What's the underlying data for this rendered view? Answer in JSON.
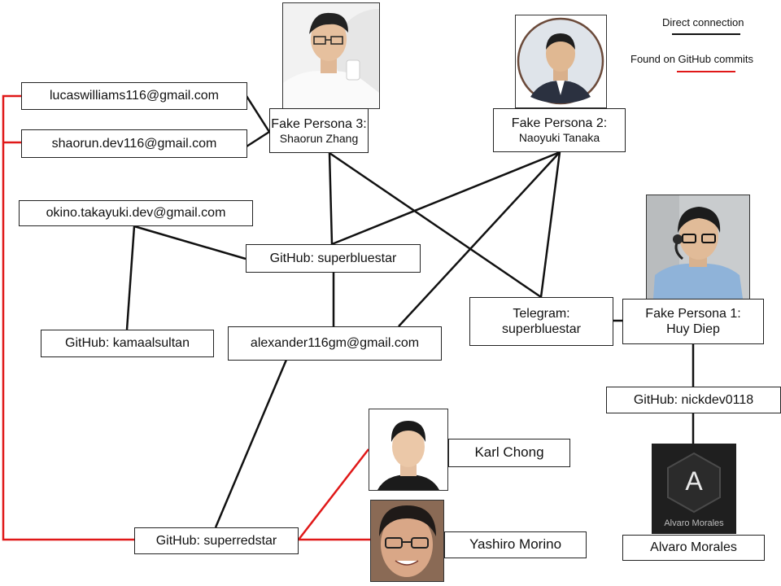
{
  "colors": {
    "direct": "#111111",
    "github": "#e01818"
  },
  "legend": {
    "direct_label": "Direct connection",
    "github_label": "Found on GitHub commits"
  },
  "nodes": {
    "email_lucas": "lucaswilliams116@gmail.com",
    "email_shaorun": "shaorun.dev116@gmail.com",
    "email_okino": "okino.takayuki.dev@gmail.com",
    "persona3": {
      "line1": "Fake Persona 3:",
      "line2": "Shaorun Zhang"
    },
    "persona2": {
      "line1": "Fake Persona 2:",
      "line2": "Naoyuki Tanaka"
    },
    "persona1": {
      "line1": "Fake Persona 1:",
      "line2": "Huy Diep"
    },
    "github_superbluestar": "GitHub: superbluestar",
    "github_kamaalsultan": "GitHub: kamaalsultan",
    "email_alexander": "alexander116gm@gmail.com",
    "telegram": {
      "line1": "Telegram:",
      "line2": "superbluestar"
    },
    "github_nickdev": "GitHub: nickdev0118",
    "alvaro": "Alvaro Morales",
    "alvaro_logo_text": "Alvaro Morales",
    "alvaro_logo_letter": "A",
    "karl": "Karl Chong",
    "yashiro": "Yashiro Morino",
    "github_superredstar": "GitHub: superredstar"
  }
}
